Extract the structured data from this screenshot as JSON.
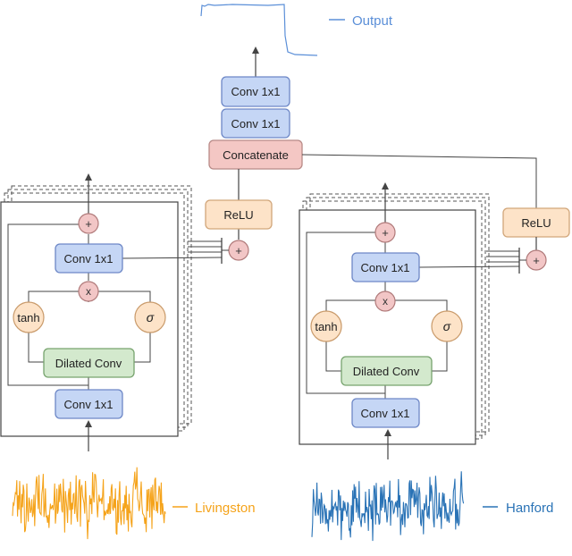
{
  "top": {
    "conv1_label": "Conv 1x1",
    "conv2_label": "Conv 1x1",
    "concat_label": "Concatenate",
    "output_label": "Output",
    "output_color": "#5b8fd8"
  },
  "left_block": {
    "relu_label": "ReLU",
    "plus_out_label": "+",
    "plus_top_label": "+",
    "conv_res_label": "Conv 1x1",
    "mult_label": "x",
    "tanh_label": "tanh",
    "sigma_label": "σ",
    "dilated_label": "Dilated Conv",
    "conv_in_label": "Conv 1x1",
    "input_label": "Livingston",
    "input_color": "#f5a31a"
  },
  "right_block": {
    "relu_label": "ReLU",
    "plus_out_label": "+",
    "plus_top_label": "+",
    "conv_res_label": "Conv 1x1",
    "mult_label": "x",
    "tanh_label": "tanh",
    "sigma_label": "σ",
    "dilated_label": "Dilated Conv",
    "conv_in_label": "Conv 1x1",
    "input_label": "Hanford",
    "input_color": "#2a73b6"
  },
  "colors": {
    "conv_fill": "#c5d6f5",
    "conv_stroke": "#6d87c6",
    "concat_fill": "#f4c7c4",
    "concat_stroke": "#b88a87",
    "relu_fill": "#fde3c8",
    "relu_stroke": "#d1a67a",
    "plus_fill": "#f2c6c6",
    "plus_stroke": "#b07a7a",
    "dilated_fill": "#d3e9cd",
    "dilated_stroke": "#77a36e",
    "tanh_fill": "#fde3c8",
    "tanh_stroke": "#c99a6a"
  }
}
